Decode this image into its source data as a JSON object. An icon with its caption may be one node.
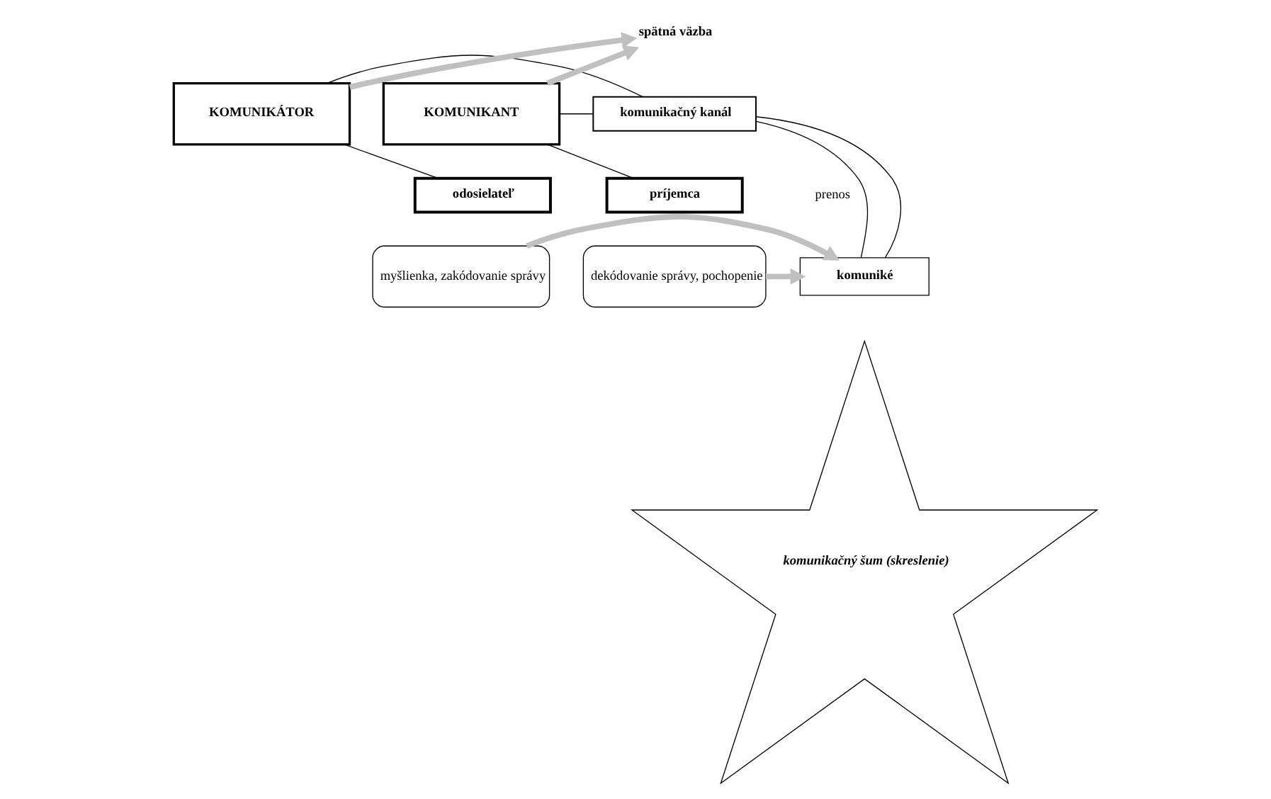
{
  "diagram": {
    "nodes": [
      {
        "text": [
          "KOMUNIKÁTOR"
        ]
      },
      {
        "text": [
          "komunikačný kanál"
        ]
      },
      {
        "text": [
          "KOMUNIKANT"
        ]
      },
      {
        "text": [
          "spätná väzba"
        ]
      },
      {
        "text": [
          "odosielateľ"
        ]
      },
      {
        "text": [
          "príjemca"
        ]
      },
      {
        "text": [
          "myšlienka, zakódovanie správy"
        ]
      },
      {
        "text": [
          "komuniké"
        ]
      },
      {
        "text": [
          "dekódovanie správy, pochopenie"
        ]
      },
      {
        "text": [
          "komunikačný šum (skreslenie)"
        ]
      }
    ],
    "edges": [
      {
        "from": 0,
        "to": 3,
        "arrow": "to",
        "style": "thick",
        "color": "#c0c0c0"
      },
      {
        "from": 2,
        "to": 3,
        "arrow": "to",
        "style": "thick",
        "color": "#c0c0c0"
      },
      {
        "from": 0,
        "to": 1,
        "arrow": "none"
      },
      {
        "from": 1,
        "to": 2,
        "arrow": "none"
      },
      {
        "from": 0,
        "to": 4,
        "arrow": "none"
      },
      {
        "from": 2,
        "to": 5,
        "arrow": "none"
      },
      {
        "from": 7,
        "to": 1,
        "arrow": "none"
      },
      {
        "from": 7,
        "to": 1,
        "arrow": "none"
      },
      {
        "from": 6,
        "to": 7,
        "arrow": "to",
        "style": "thick",
        "color": "#c0c0c0"
      },
      {
        "from": 8,
        "to": 7,
        "arrow": "to",
        "style": "thick",
        "color": "#c0c0c0"
      }
    ],
    "labels": [
      "prenos"
    ]
  }
}
